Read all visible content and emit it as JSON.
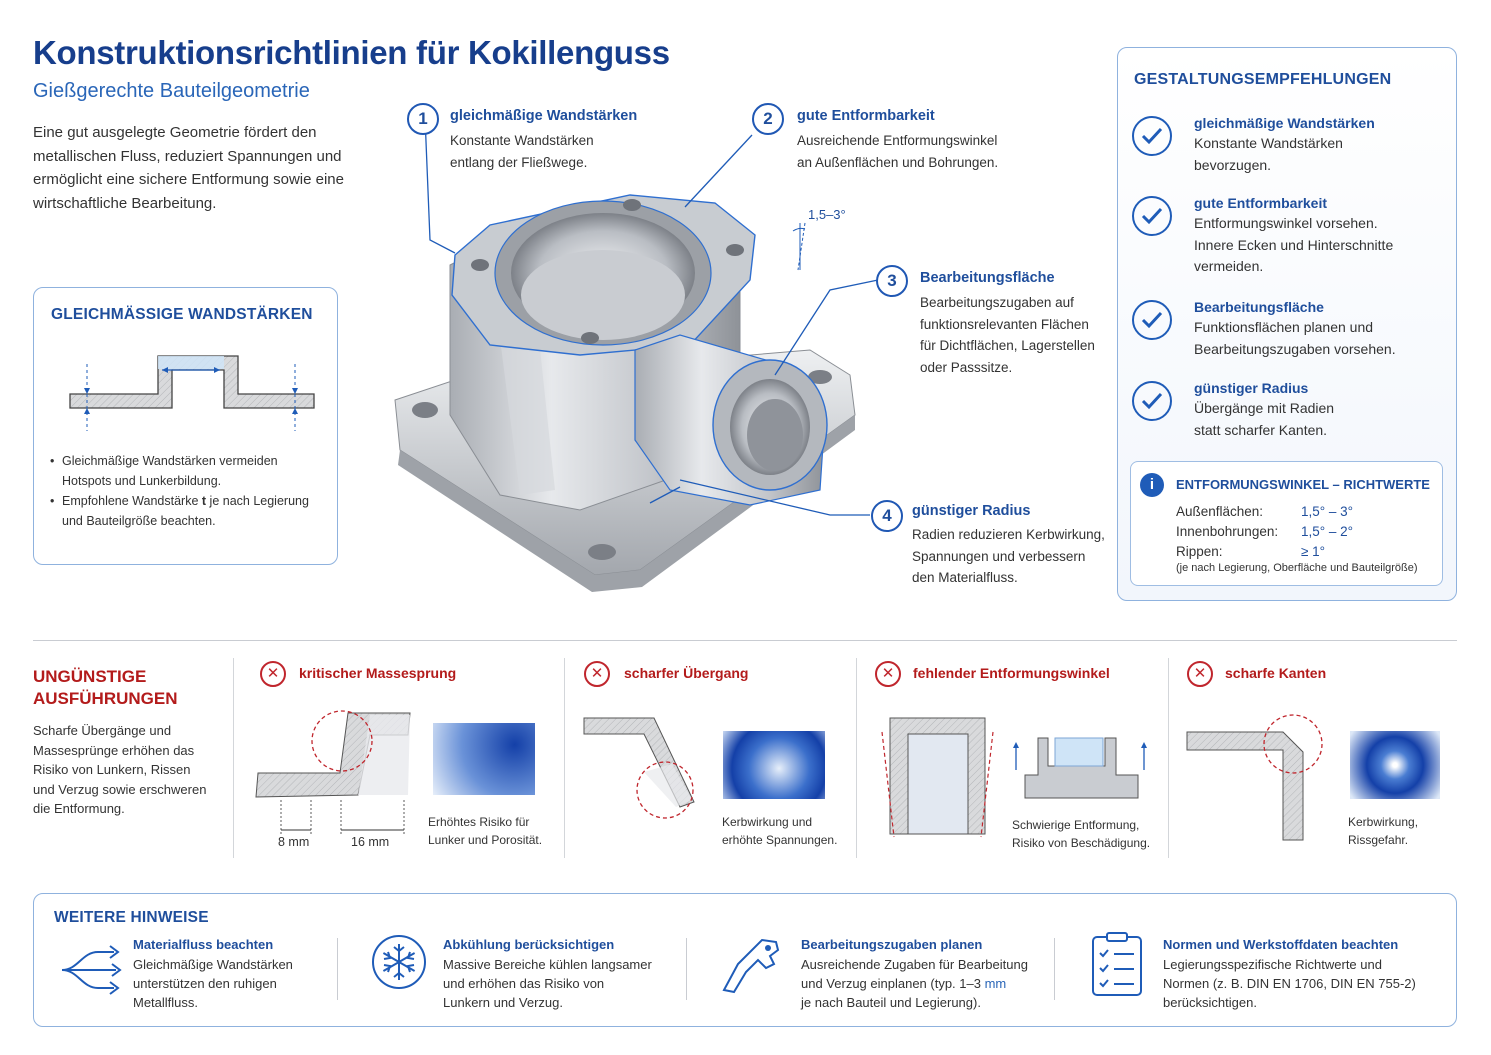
{
  "header": {
    "title": "Konstruktionsrichtlinien für Kokillenguss",
    "subtitle": "Gießgerechte Bauteilgeometrie",
    "intro": "Eine gut ausgelegte Geometrie fördert den metallischen Fluss, reduziert Spannungen und ermöglicht eine sichere Entformung sowie eine wirtschaftliche Bearbeitung."
  },
  "wall_box": {
    "title": "GLEICHMÄSSIGE WANDSTÄRKEN",
    "bullet1": "Gleichmäßige Wandstärken vermeiden Hotspots und Lunkerbildung.",
    "bullet2_pre": "Empfohlene Wandstärke ",
    "bullet2_bold": "t",
    "bullet2_post": " je nach Legierung und Bauteilgröße beachten."
  },
  "callouts": [
    {
      "num": "1",
      "title": "gleichmäßige Wandstärken",
      "line1": "Konstante Wandstärken",
      "line2": "entlang der Fließwege."
    },
    {
      "num": "2",
      "title": "gute Entformbarkeit",
      "line1": "Ausreichende Entformungswinkel",
      "line2": "an Außenflächen und Bohrungen."
    },
    {
      "num": "3",
      "title": "Bearbeitungsfläche",
      "line1": "Bearbeitungszugaben auf",
      "line2": "funktionsrelevanten Flächen",
      "line3": "für Dichtflächen, Lagerstellen",
      "line4": "oder Passsitze."
    },
    {
      "num": "4",
      "title": "günstiger Radius",
      "line1": "Radien reduzieren Kerbwirkung,",
      "line2": "Spannungen und verbessern",
      "line3": "den Materialfluss."
    }
  ],
  "angle_label": "1,5–3°",
  "recommendations": {
    "title": "GESTALTUNGSEMPFEHLUNGEN",
    "items": [
      {
        "title": "gleichmäßige Wandstärken",
        "line1": "Konstante Wandstärken",
        "line2": "bevorzugen."
      },
      {
        "title": "gute Entformbarkeit",
        "line1": "Entformungswinkel vorsehen.",
        "line2": "Innere Ecken und Hinterschnitte",
        "line3": "vermeiden."
      },
      {
        "title": "Bearbeitungsfläche",
        "line1": "Funktionsflächen planen und",
        "line2": "Bearbeitungszugaben vorsehen."
      },
      {
        "title": "günstiger Radius",
        "line1": "Übergänge mit Radien",
        "line2": "statt scharfer Kanten."
      }
    ],
    "draft": {
      "title": "ENTFORMUNGSWINKEL – RICHTWERTE",
      "rows": [
        {
          "label": "Außenflächen:",
          "value": "1,5° – 3°"
        },
        {
          "label": "Innenbohrungen:",
          "value": "1,5° – 2°"
        },
        {
          "label": "Rippen:",
          "value": "≥ 1°"
        }
      ],
      "note": "(je nach Legierung, Oberfläche und Bauteilgröße)"
    }
  },
  "unfavorable": {
    "title_line1": "UNGÜNSTIGE",
    "title_line2": "AUSFÜHRUNGEN",
    "text": "Scharfe Übergänge und Massesprünge erhöhen das Risiko von Lunkern, Rissen und Verzug sowie erschweren die Entformung.",
    "items": [
      {
        "title": "kritischer Massesprung",
        "caption1": "Erhöhtes Risiko für",
        "caption2": "Lunker und Porosität.",
        "dim1": "8 mm",
        "dim2": "16 mm"
      },
      {
        "title": "scharfer Übergang",
        "caption1": "Kerbwirkung und",
        "caption2": "erhöhte Spannungen."
      },
      {
        "title": "fehlender Entformungswinkel",
        "caption1": "Schwierige Entformung,",
        "caption2": "Risiko von Beschädigung."
      },
      {
        "title": "scharfe Kanten",
        "caption1": "Kerbwirkung,",
        "caption2": "Rissgefahr."
      }
    ]
  },
  "hints": {
    "title": "WEITERE HINWEISE",
    "items": [
      {
        "icon": "flow-arrows-icon",
        "title": "Materialfluss beachten",
        "line1": "Gleichmäßige Wandstärken",
        "line2": "unterstützen den ruhigen",
        "line3": "Metallfluss."
      },
      {
        "icon": "snowflake-icon",
        "title": "Abkühlung berücksichtigen",
        "line1": "Massive Bereiche kühlen langsamer",
        "line2": "und erhöhen das Risiko von",
        "line3": "Lunkern und Verzug."
      },
      {
        "icon": "machining-tool-icon",
        "title": "Bearbeitungszugaben planen",
        "line1": "Ausreichende Zugaben für Bearbeitung",
        "line2_pre": "und Verzug einplanen (typ. 1–3 ",
        "line2_unit": "mm",
        "line3": "je nach Bauteil und Legierung)."
      },
      {
        "icon": "clipboard-checklist-icon",
        "title": "Normen und Werkstoffdaten beachten",
        "line1": "Legierungsspezifische Richtwerte und",
        "line2": "Normen (z. B. DIN EN 1706, DIN EN 755-2)",
        "line3": "berücksichtigen."
      }
    ]
  },
  "colors": {
    "primary": "#1f4e9c",
    "accent": "#2a66b8",
    "danger": "#b31b1b",
    "border": "#8fb2de"
  }
}
